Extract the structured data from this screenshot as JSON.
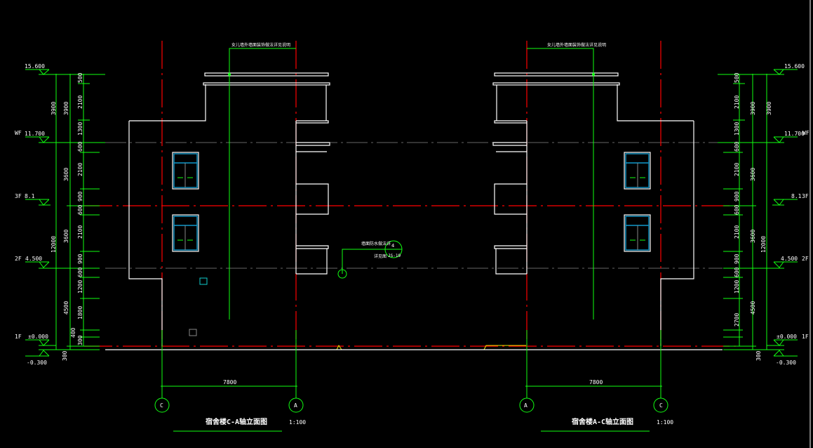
{
  "left_view": {
    "title": "宿舍楼C-A轴立面图",
    "scale": "1:100",
    "axis_left": "C",
    "axis_right": "A",
    "span_dim": "7800",
    "top_note": "女儿墙外墙面装饰做法详见说明",
    "levels": [
      {
        "floor": "",
        "elev": "15.600"
      },
      {
        "floor": "WF",
        "elev": "11.700"
      },
      {
        "floor": "3F",
        "elev": "8.1"
      },
      {
        "floor": "2F",
        "elev": "4.500"
      },
      {
        "floor": "1F",
        "elev": "±0.000"
      },
      {
        "floor": "",
        "elev": "-0.300"
      }
    ],
    "dims_outer": [
      "3900",
      "12000"
    ],
    "dims_middle": [
      "3900",
      "3600",
      "3600",
      "4500"
    ],
    "dims_inner": [
      "500",
      "2100",
      "1300",
      "600",
      "2100",
      "900",
      "600",
      "2100",
      "900",
      "600",
      "1200",
      "1800",
      "400",
      "300"
    ],
    "dim_base": "300"
  },
  "right_view": {
    "title": "宿舍楼A-C轴立面图",
    "scale": "1:100",
    "axis_left": "A",
    "axis_right": "C",
    "span_dim": "7800",
    "top_note": "女儿墙外墙面装饰做法详见说明",
    "levels": [
      {
        "floor": "",
        "elev": "15.600"
      },
      {
        "floor": "WF",
        "elev": "11.700"
      },
      {
        "floor": "3F",
        "elev": "8.1"
      },
      {
        "floor": "2F",
        "elev": "4.500"
      },
      {
        "floor": "1F",
        "elev": "±0.000"
      },
      {
        "floor": "",
        "elev": "-0.300"
      }
    ],
    "dims_outer": [
      "3900",
      "12000"
    ],
    "dims_middle": [
      "3900",
      "3600",
      "3600",
      "4500"
    ],
    "dims_inner": [
      "500",
      "2100",
      "1300",
      "600",
      "2100",
      "900",
      "600",
      "2100",
      "900",
      "600",
      "1200",
      "2700"
    ],
    "dim_base": "300"
  },
  "detail_callout": {
    "note": "墙面防水做法详",
    "note2": "详见图",
    "number": "4",
    "sheet": "JS-19"
  },
  "colors": {
    "background": "#000000",
    "outline": "#ffffff",
    "dimension": "#11ff11",
    "axis": "#ff0000",
    "window": "#1199cc"
  }
}
